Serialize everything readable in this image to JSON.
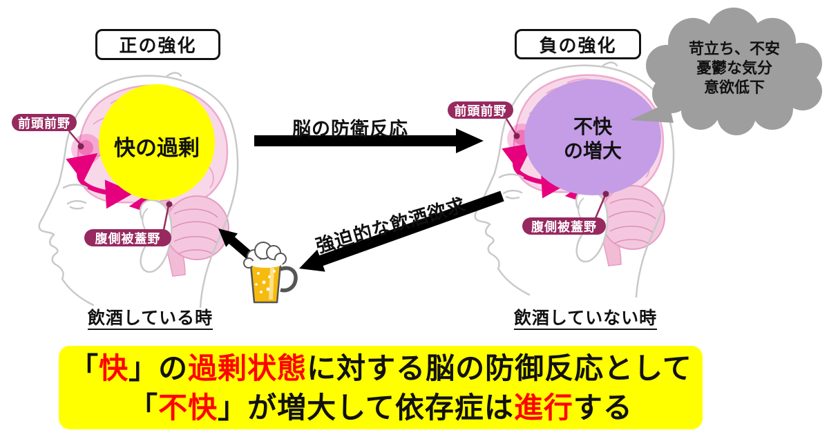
{
  "colors": {
    "banner_bg": "#FFFF00",
    "highlight_red": "#FF0000",
    "text_black": "#111111",
    "pleasure_circle": "#FFFF00",
    "displeasure_ellipse": "#C49DE6",
    "region_pill_bg": "#97295F",
    "cloud_gray": "#9E9E9E",
    "arrow_black": "#000000",
    "pathway_pink": "#E6007E",
    "brain_pink_fill": "#F8D8E8",
    "brain_pink_stroke": "#ECA9CD",
    "head_outline_gray": "#C9C9C9",
    "beer_gold": "#F6BB0E"
  },
  "icons": {
    "beer": "beer-mug-icon",
    "cloud": "thought-cloud"
  },
  "left_panel": {
    "header": "正の強化",
    "bubble_label": "快の過剰",
    "pfc_label": "前頭前野",
    "vta_label": "腹側被蓋野",
    "caption": "飲酒している時"
  },
  "right_panel": {
    "header": "負の強化",
    "bubble_line1": "不快",
    "bubble_line2": "の増大",
    "pfc_label": "前頭前野",
    "vta_label": "腹側被蓋野",
    "caption": "飲酒していない時",
    "cloud_lines": [
      "苛立ち、不安",
      "憂鬱な気分",
      "意欲低下"
    ]
  },
  "arrows": {
    "defense_label": "脳の防衛反応",
    "craving_label": "強迫的な飲酒欲求"
  },
  "banner": {
    "line1": [
      {
        "text": "「",
        "red": false
      },
      {
        "text": "快",
        "red": true
      },
      {
        "text": "」の",
        "red": false
      },
      {
        "text": "過剰状態",
        "red": true
      },
      {
        "text": "に対する脳の防御反応として",
        "red": false
      }
    ],
    "line2": [
      {
        "text": "「",
        "red": false
      },
      {
        "text": "不快",
        "red": true
      },
      {
        "text": "」が増大して依存症は",
        "red": false
      },
      {
        "text": "進行",
        "red": true
      },
      {
        "text": "する",
        "red": false
      }
    ]
  }
}
